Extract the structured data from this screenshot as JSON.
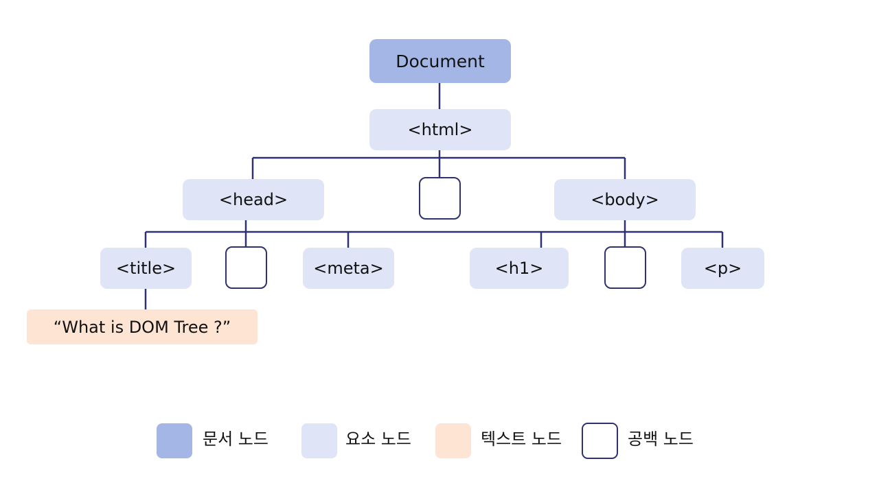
{
  "diagram": {
    "nodes": {
      "document": "Document",
      "html": "<html>",
      "head": "<head>",
      "body": "<body>",
      "title": "<title>",
      "meta": "<meta>",
      "h1": "<h1>",
      "p": "<p>",
      "title_text": "“What is DOM Tree ?”"
    }
  },
  "legend": {
    "items": [
      {
        "label": "문서 노드",
        "color": "#a3b6e6"
      },
      {
        "label": "요소 노드",
        "color": "#dfe5f6"
      },
      {
        "label": "텍스트 노드",
        "color": "#fde4d3"
      },
      {
        "label": "공백 노드",
        "color": "#ffffff"
      }
    ]
  },
  "colors": {
    "connector": "#2e3170",
    "document_node": "#a3b6e6",
    "element_node": "#dfe5f6",
    "text_node": "#fde4d3",
    "whitespace_border": "#2e3170"
  }
}
